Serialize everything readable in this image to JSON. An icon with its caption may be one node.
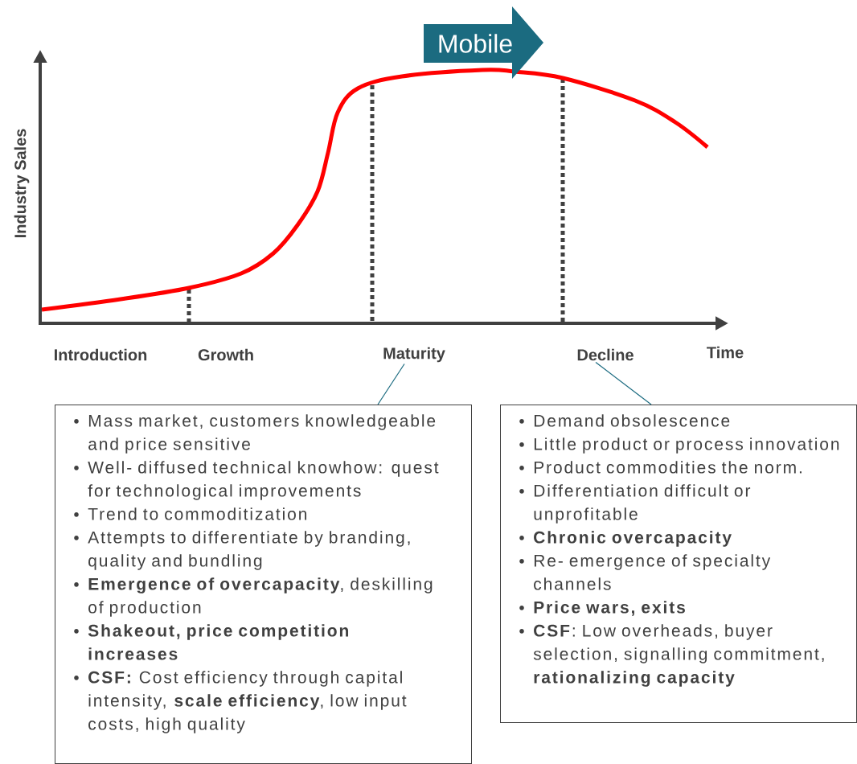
{
  "diagram": {
    "nodes": [
      {
        "text": [
          "Mobile"
        ]
      },
      {
        "text": [
          "Maturity"
        ]
      },
      {
        "text": [
          "Decline"
        ]
      },
      {
        "text": [
          "Mass market, customers knowledgeable and price sensitive",
          "Well- diffused technical knowhow: quest for technological improvements",
          "Trend to commoditization",
          "Attempts to differentiate by branding, quality and bundling",
          "**Emergence of overcapacity**, deskilling of production",
          "**Shakeout, price competition increases**",
          "**CSF:** Cost efficiency through capital intensity, **scale efficiency**, low input costs, high quality"
        ]
      },
      {
        "text": [
          "Demand obsolescence",
          "Little product or process innovation",
          "Product commodities the norm.",
          "Differentiation difficult or unprofitable",
          "**Chronic overcapacity**",
          "Re- emergence of specialty channels",
          "**Price wars, exits**",
          "**CSF**: Low overheads, buyer selection, signalling commitment, **rationalizing capacity**"
        ]
      }
    ],
    "edges": [
      {
        "from": 1,
        "to": 3,
        "arrow": "none"
      },
      {
        "from": 2,
        "to": 4,
        "arrow": "none"
      }
    ],
    "labels": [
      "Industry Sales",
      "Introduction",
      "Growth",
      "Time"
    ]
  }
}
